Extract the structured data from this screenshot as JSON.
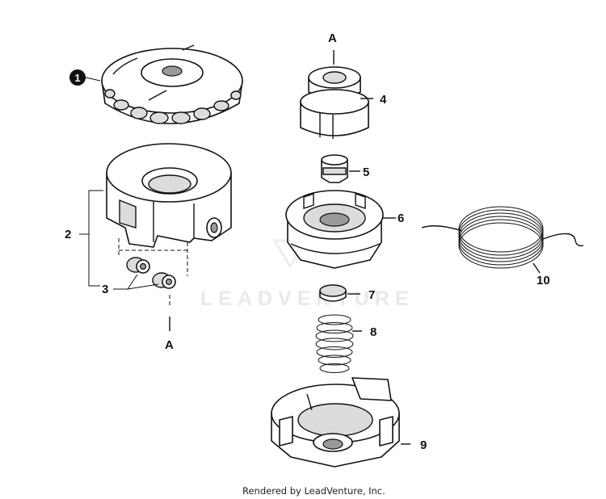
{
  "watermark": "LEADVENTURE",
  "footer": "Rendered by LeadVenture, Inc.",
  "callouts": {
    "c1": "1",
    "c2": "2",
    "c3": "3",
    "c4": "4",
    "c5": "5",
    "c6": "6",
    "c7": "7",
    "c8": "8",
    "c9": "9",
    "c10": "10",
    "a_top": "A",
    "a_bottom": "A"
  }
}
